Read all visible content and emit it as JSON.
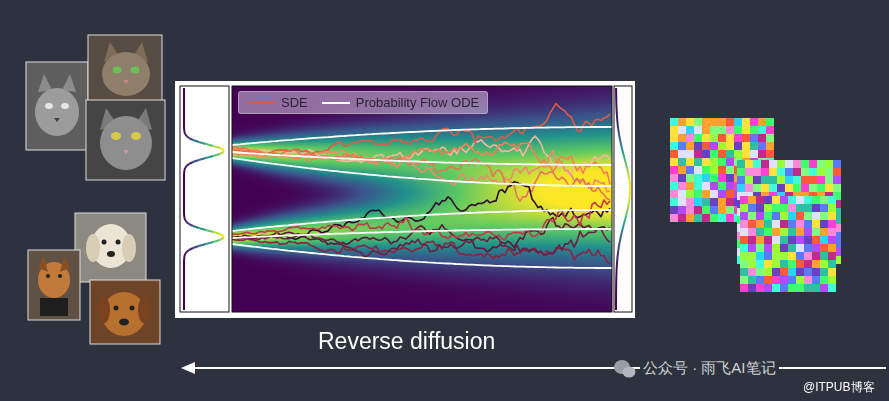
{
  "diagram": {
    "labels": [
      "Reverse diffusion",
      "公众号 · 雨飞AI笔记",
      "@ITPUB博客"
    ],
    "legend": [
      {
        "text": "SDE"
      },
      {
        "text": "Probability Flow ODE"
      }
    ]
  }
}
